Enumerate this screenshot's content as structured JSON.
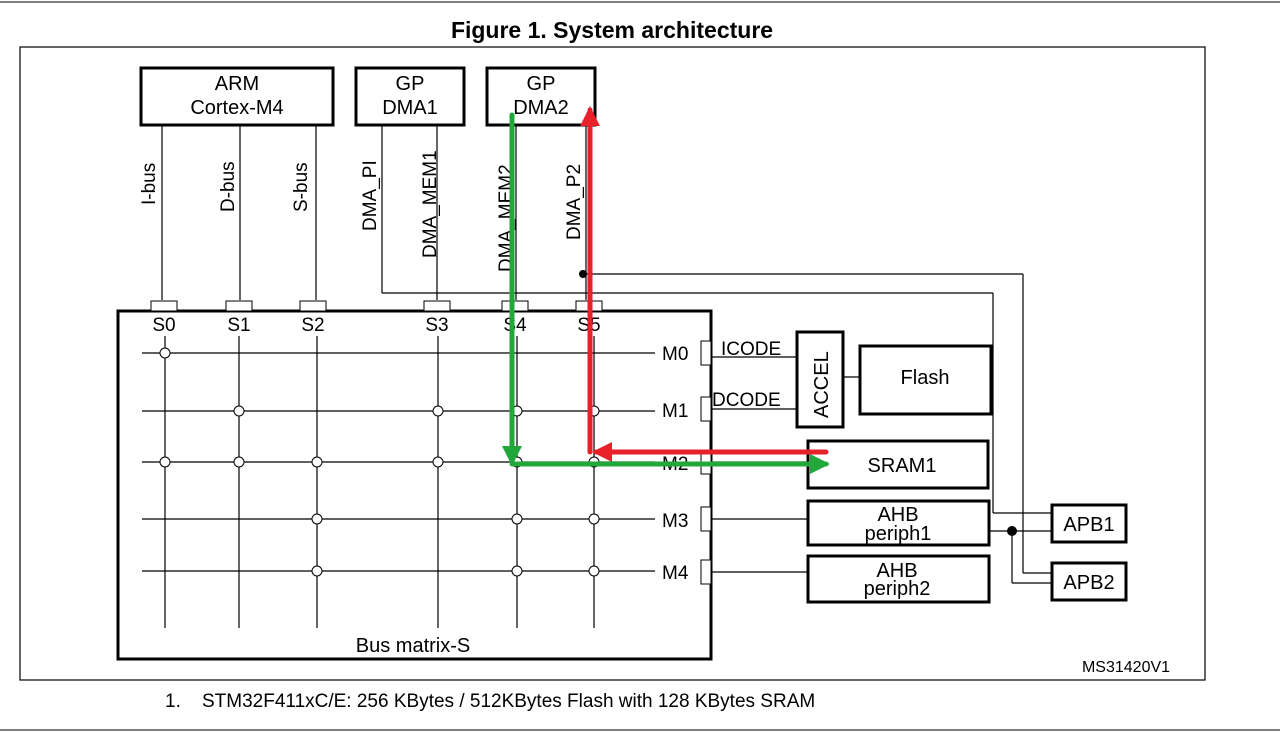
{
  "title": "Figure 1. System architecture",
  "masters": {
    "arm": [
      "ARM",
      "Cortex-M4"
    ],
    "dma1": [
      "GP",
      "DMA1"
    ],
    "dma2": [
      "GP",
      "DMA2"
    ]
  },
  "bus_labels": {
    "ibus": "I-bus",
    "dbus": "D-bus",
    "sbus": "S-bus",
    "dma_pi": "DMA_PI",
    "dma_mem1": "DMA_MEM1",
    "dma_mem2": "DMA_MEM2",
    "dma_p2": "DMA_P2"
  },
  "slave_ports": [
    "S0",
    "S1",
    "S2",
    "S3",
    "S4",
    "S5"
  ],
  "master_ports": [
    "M0",
    "M1",
    "M2",
    "M3",
    "M4"
  ],
  "matrix_label": "Bus matrix-S",
  "links": {
    "icode": "ICODE",
    "dcode": "DCODE"
  },
  "blocks": {
    "accel": "ACCEL",
    "flash": "Flash",
    "sram1": "SRAM1",
    "ahb1": [
      "AHB",
      "periph1"
    ],
    "ahb2": [
      "AHB",
      "periph2"
    ],
    "apb1": "APB1",
    "apb2": "APB2"
  },
  "code": "MS31420V1",
  "footnote": {
    "number": "1.",
    "text": "STM32F411xC/E:  256 KBytes / 512KBytes Flash with 128 KBytes SRAM"
  },
  "highlight_colors": {
    "green": "#22a83a",
    "red": "#e8202a"
  }
}
